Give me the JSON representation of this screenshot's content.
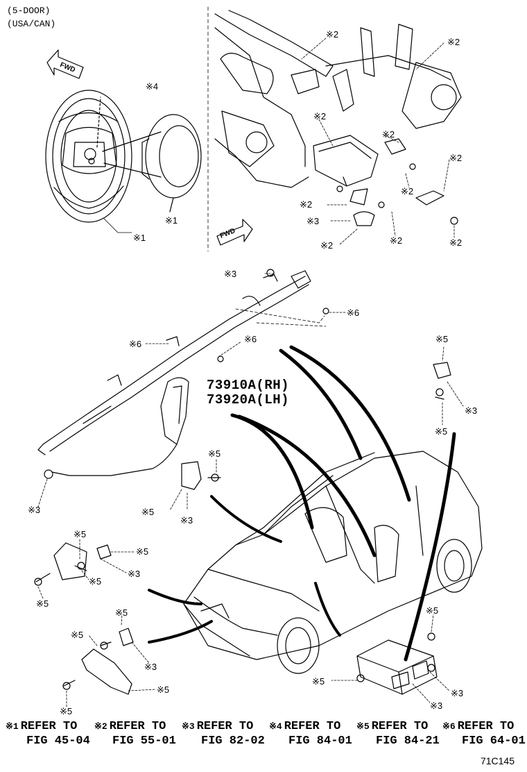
{
  "header": {
    "line1": "(5-DOOR)",
    "line2": "(USA/CAN)"
  },
  "fwd_label": "FWD",
  "part_numbers": {
    "rh": "73910A(RH)",
    "lh": "73920A(LH)"
  },
  "callouts": {
    "n1": "※1",
    "n2": "※2",
    "n3": "※3",
    "n4": "※4",
    "n5": "※5",
    "n6": "※6"
  },
  "legend": [
    {
      "mark": "※1",
      "refer": "REFER TO",
      "fig": "FIG 45-04"
    },
    {
      "mark": "※2",
      "refer": "REFER TO",
      "fig": "FIG 55-01"
    },
    {
      "mark": "※3",
      "refer": "REFER TO",
      "fig": "FIG 82-02"
    },
    {
      "mark": "※4",
      "refer": "REFER TO",
      "fig": "FIG 84-01"
    },
    {
      "mark": "※5",
      "refer": "REFER TO",
      "fig": "FIG 84-21"
    },
    {
      "mark": "※6",
      "refer": "REFER TO",
      "fig": "FIG 64-01"
    }
  ],
  "diagram_code": "71C145"
}
